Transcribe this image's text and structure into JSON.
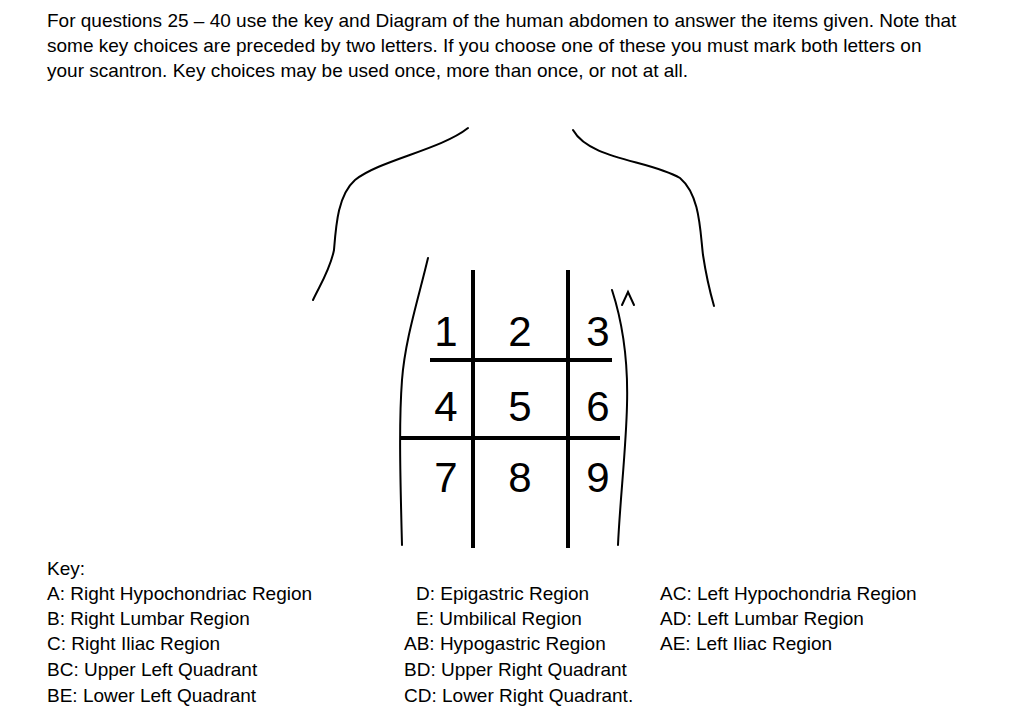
{
  "diagram": {
    "title": "For questions 25 – 40 use the key and Diagram of the human abdomen to answer the items given. Note that some key choices are preceded by two letters. If you choose one of these you must mark both letters on your scantron. Key choices may be used once, more than once, or not at all.",
    "labels": [
      "1",
      "2",
      "3",
      "4",
      "5",
      "6",
      "7",
      "8",
      "9",
      "Key:",
      "A: Right Hypochondriac Region",
      "D: Epigastric Region",
      "AC: Left Hypochondria Region",
      "B: Right Lumbar Region",
      "E: Umbilical Region",
      "AD: Left Lumbar Region",
      "C: Right Iliac Region",
      "AB: Hypogastric Region",
      "AE: Left Iliac Region",
      "BC: Upper Left Quadrant",
      "BD: Upper Right Quadrant",
      "BE: Lower Left Quadrant",
      "CD: Lower Right Quadrant."
    ]
  }
}
